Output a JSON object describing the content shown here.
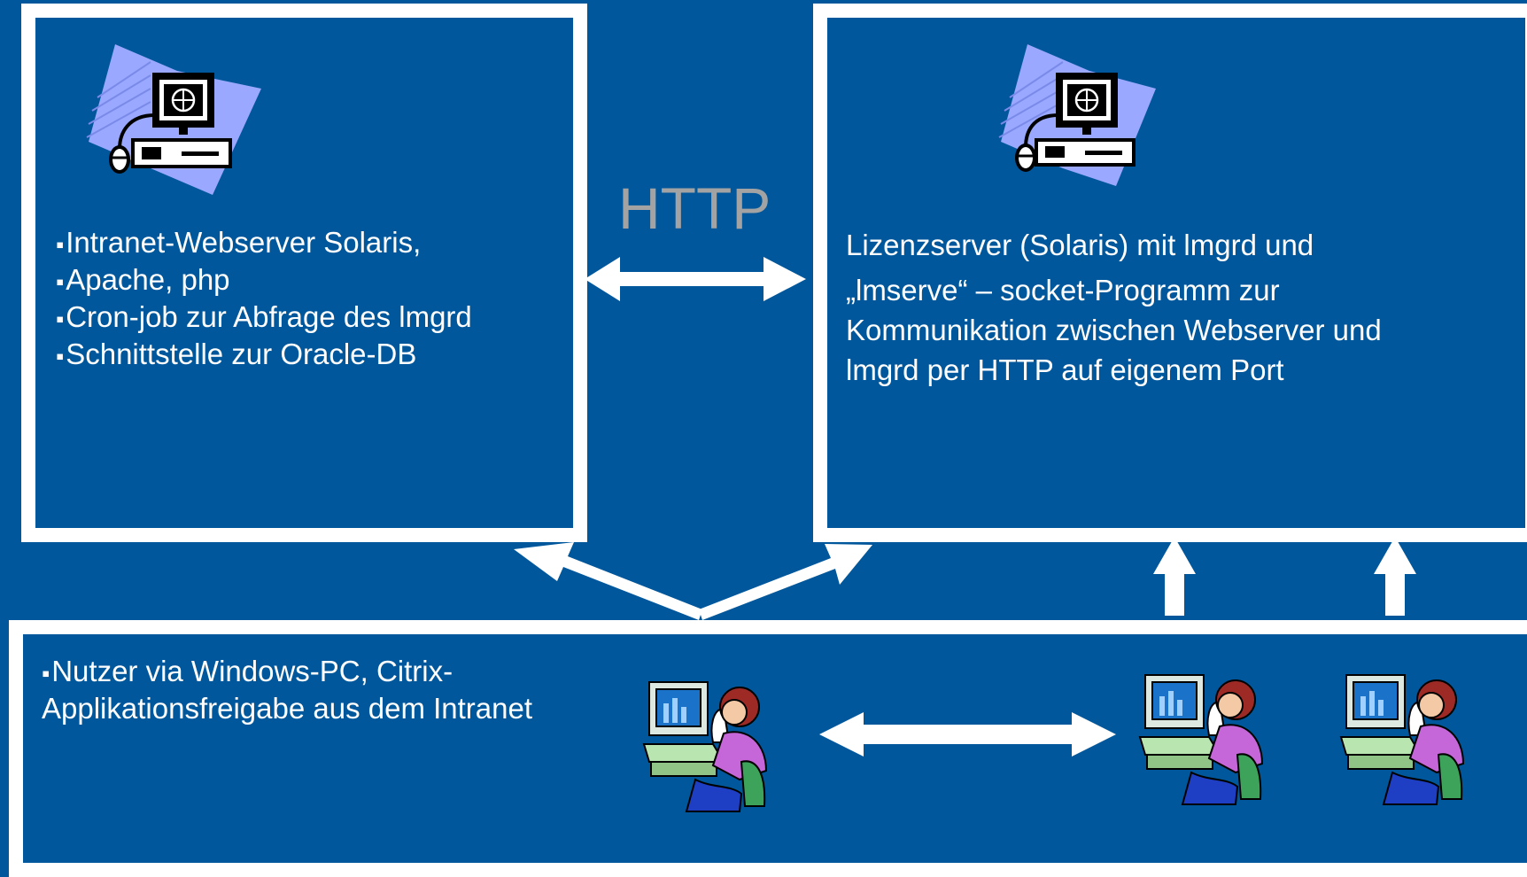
{
  "http_label": "HTTP",
  "webserver": {
    "bullets": [
      "Intranet-Webserver Solaris,",
      "Apache,  php",
      "Cron-job zur Abfrage des lmgrd",
      "Schnittstelle zur Oracle-DB"
    ]
  },
  "license_server": {
    "line1": "Lizenzserver (Solaris) mit lmgrd und",
    "rest": "„lmserve“ – socket-Programm zur Kommunikation zwischen Webserver und lmgrd per HTTP auf eigenem Port"
  },
  "users": {
    "text": "Nutzer via Windows-PC, Citrix-Applikationsfreigabe aus dem Intranet"
  },
  "icons": {
    "server": "server-computer-icon",
    "user": "user-at-pc-icon"
  },
  "colors": {
    "background": "#00579b",
    "box_border": "#ffffff",
    "http_label": "#a3a3a3"
  }
}
